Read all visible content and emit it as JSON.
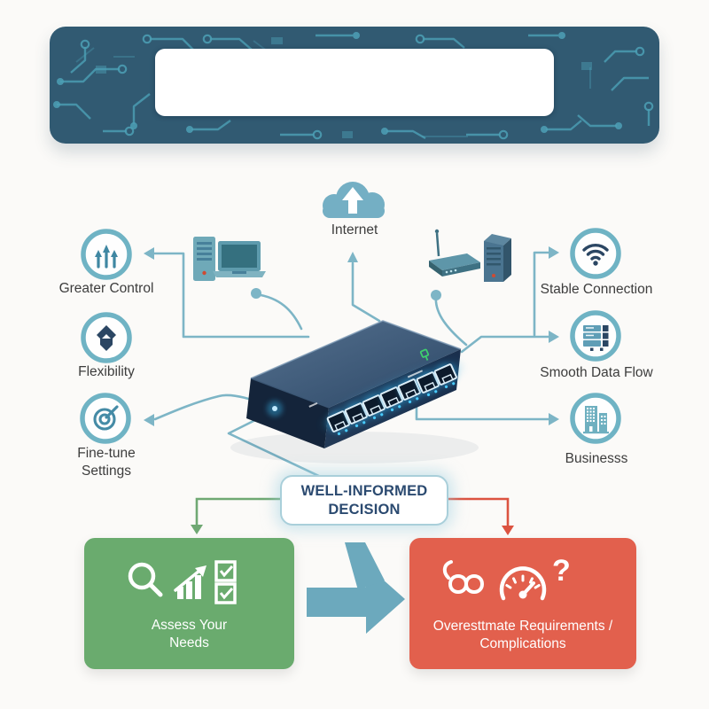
{
  "colors": {
    "banner_bg": "#315a72",
    "circuit": "#4da0b6",
    "teal_accent": "#6fb3c4",
    "connector": "#7db5c6",
    "navy_glyph": "#2b4663",
    "label_text": "#3d3d3d",
    "green_box": "#6aab6e",
    "green_line": "#6fa873",
    "red_box": "#e2604d",
    "red_line": "#dc5340",
    "decision_text": "#2b4a70",
    "big_arrow": "#6ca9bd"
  },
  "banner": {
    "title": ""
  },
  "hub": {
    "internet_label": "Internet",
    "device": "network-switch"
  },
  "benefits_left": [
    {
      "label": "Greater Control",
      "icon": "arrows-up-icon"
    },
    {
      "label": "Flexibility",
      "icon": "chevron-shield-icon"
    },
    {
      "label": "Fine-tune Settings",
      "icon": "target-tune-icon"
    }
  ],
  "benefits_right": [
    {
      "label": "Stable Connection",
      "icon": "wifi-icon"
    },
    {
      "label": "Smooth Data Flow",
      "icon": "server-stack-icon"
    },
    {
      "label": "Businesss",
      "icon": "building-icon"
    }
  ],
  "decision": {
    "label": "WELL-INFORMED DECISION"
  },
  "outcomes": {
    "good": {
      "label": "Assess Your Needs",
      "icons": [
        "magnifier-icon",
        "growth-chart-icon",
        "checklist-icon"
      ]
    },
    "bad": {
      "label": "Overesttmate Requirements / Complications",
      "question_mark": "?",
      "icons": [
        "knot-icon",
        "gauge-icon",
        "question-mark-icon"
      ]
    }
  }
}
